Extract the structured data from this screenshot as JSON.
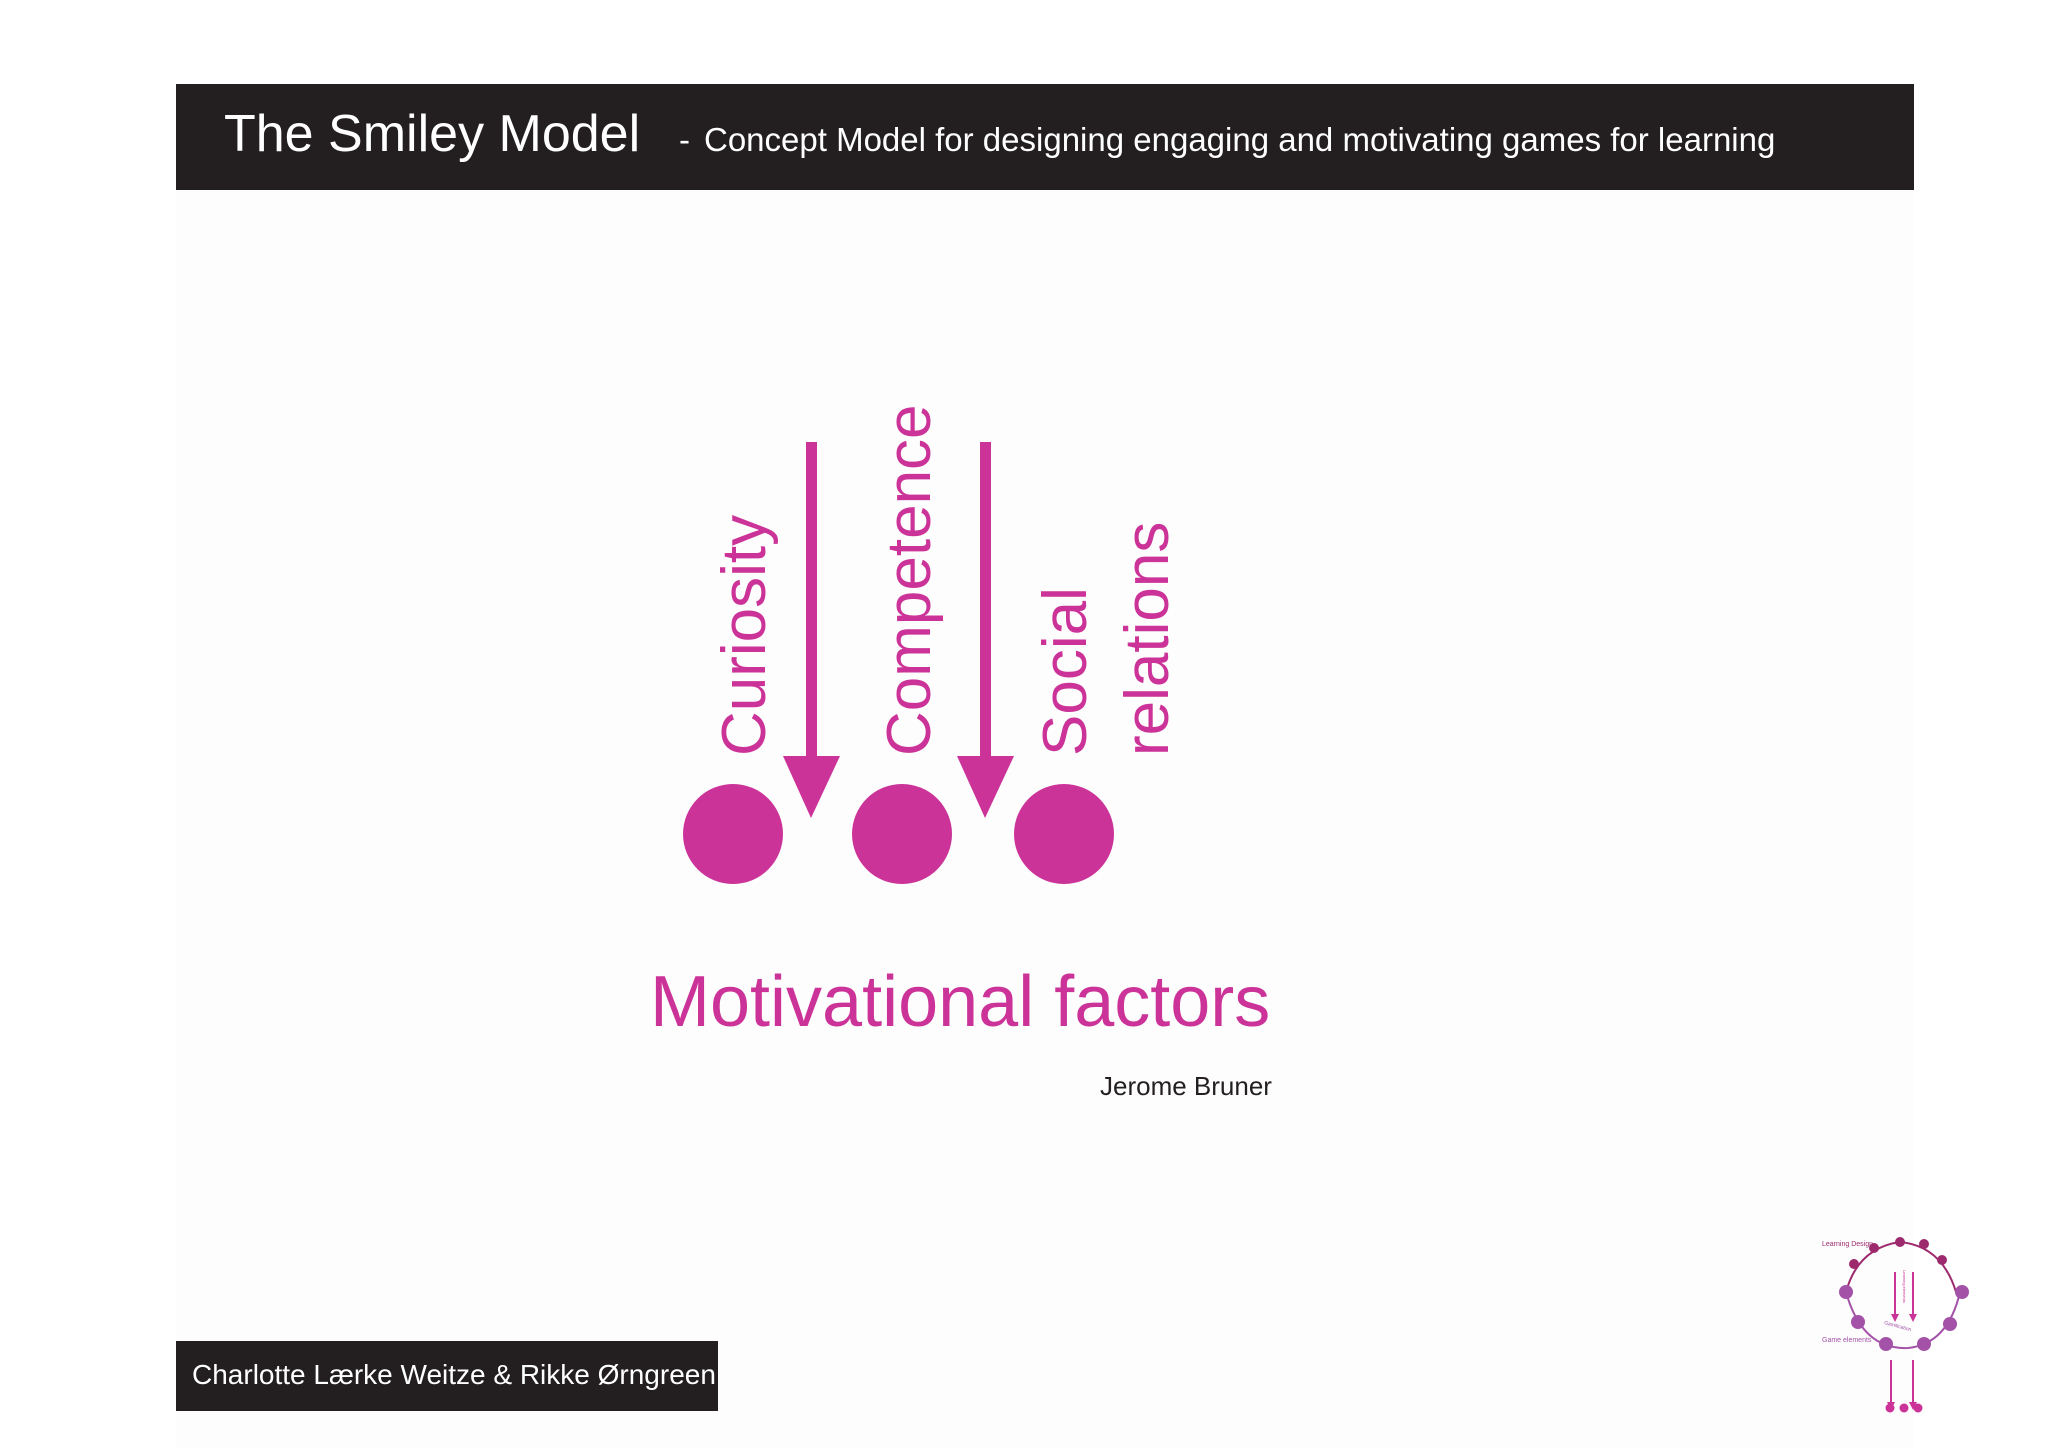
{
  "header": {
    "title": "The Smiley Model",
    "separator": "-",
    "subtitle": "Concept Model for designing engaging and motivating games for learning"
  },
  "diagram": {
    "factors": [
      {
        "label": "Curiosity"
      },
      {
        "label": "Competence"
      },
      {
        "label": "Social"
      },
      {
        "label": "relations"
      }
    ],
    "heading": "Motivational factors",
    "author": "Jerome Bruner",
    "accent_color": "#cc3399"
  },
  "thumbnail": {
    "label_top": "Learning Design",
    "label_bottom": "Game elements",
    "label_center": "Gamification",
    "label_arrows": "Learning elements",
    "colors": {
      "upper": "#9e2a6e",
      "lower": "#a352a8",
      "arrows": "#cc3399"
    }
  },
  "footer": {
    "authors": "Charlotte Lærke Weitze & Rikke Ørngreen"
  }
}
